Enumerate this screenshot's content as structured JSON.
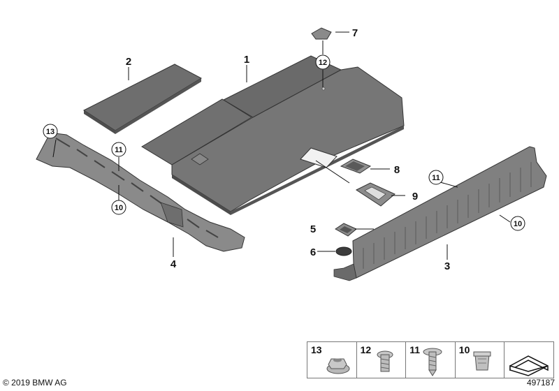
{
  "callouts": {
    "c1": "1",
    "c2": "2",
    "c3": "3",
    "c4": "4",
    "c5": "5",
    "c6": "6",
    "c7": "7",
    "c8": "8",
    "c9": "9",
    "circ10a": "10",
    "circ10b": "10",
    "circ11a": "11",
    "circ11b": "11",
    "circ12": "12",
    "circ13": "13"
  },
  "hardware_table": [
    "13",
    "12",
    "11",
    "10"
  ],
  "footer": {
    "copyright": "© 2019 BMW AG",
    "diagram_id": "497187"
  }
}
